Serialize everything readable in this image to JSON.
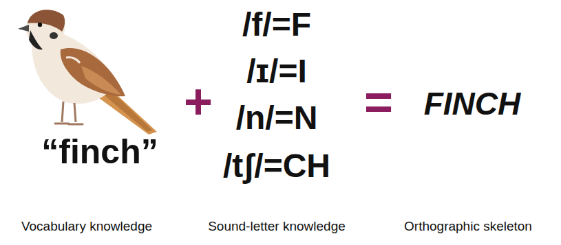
{
  "diagram": {
    "labels": [
      "“finch”",
      "+",
      "/f/=F",
      "/ɪ/=I",
      "/n/=N",
      "/tʃ/=CH",
      "=",
      "FINCH",
      "Vocabulary knowledge",
      "Sound-letter knowledge",
      "Orthographic skeleton"
    ]
  }
}
